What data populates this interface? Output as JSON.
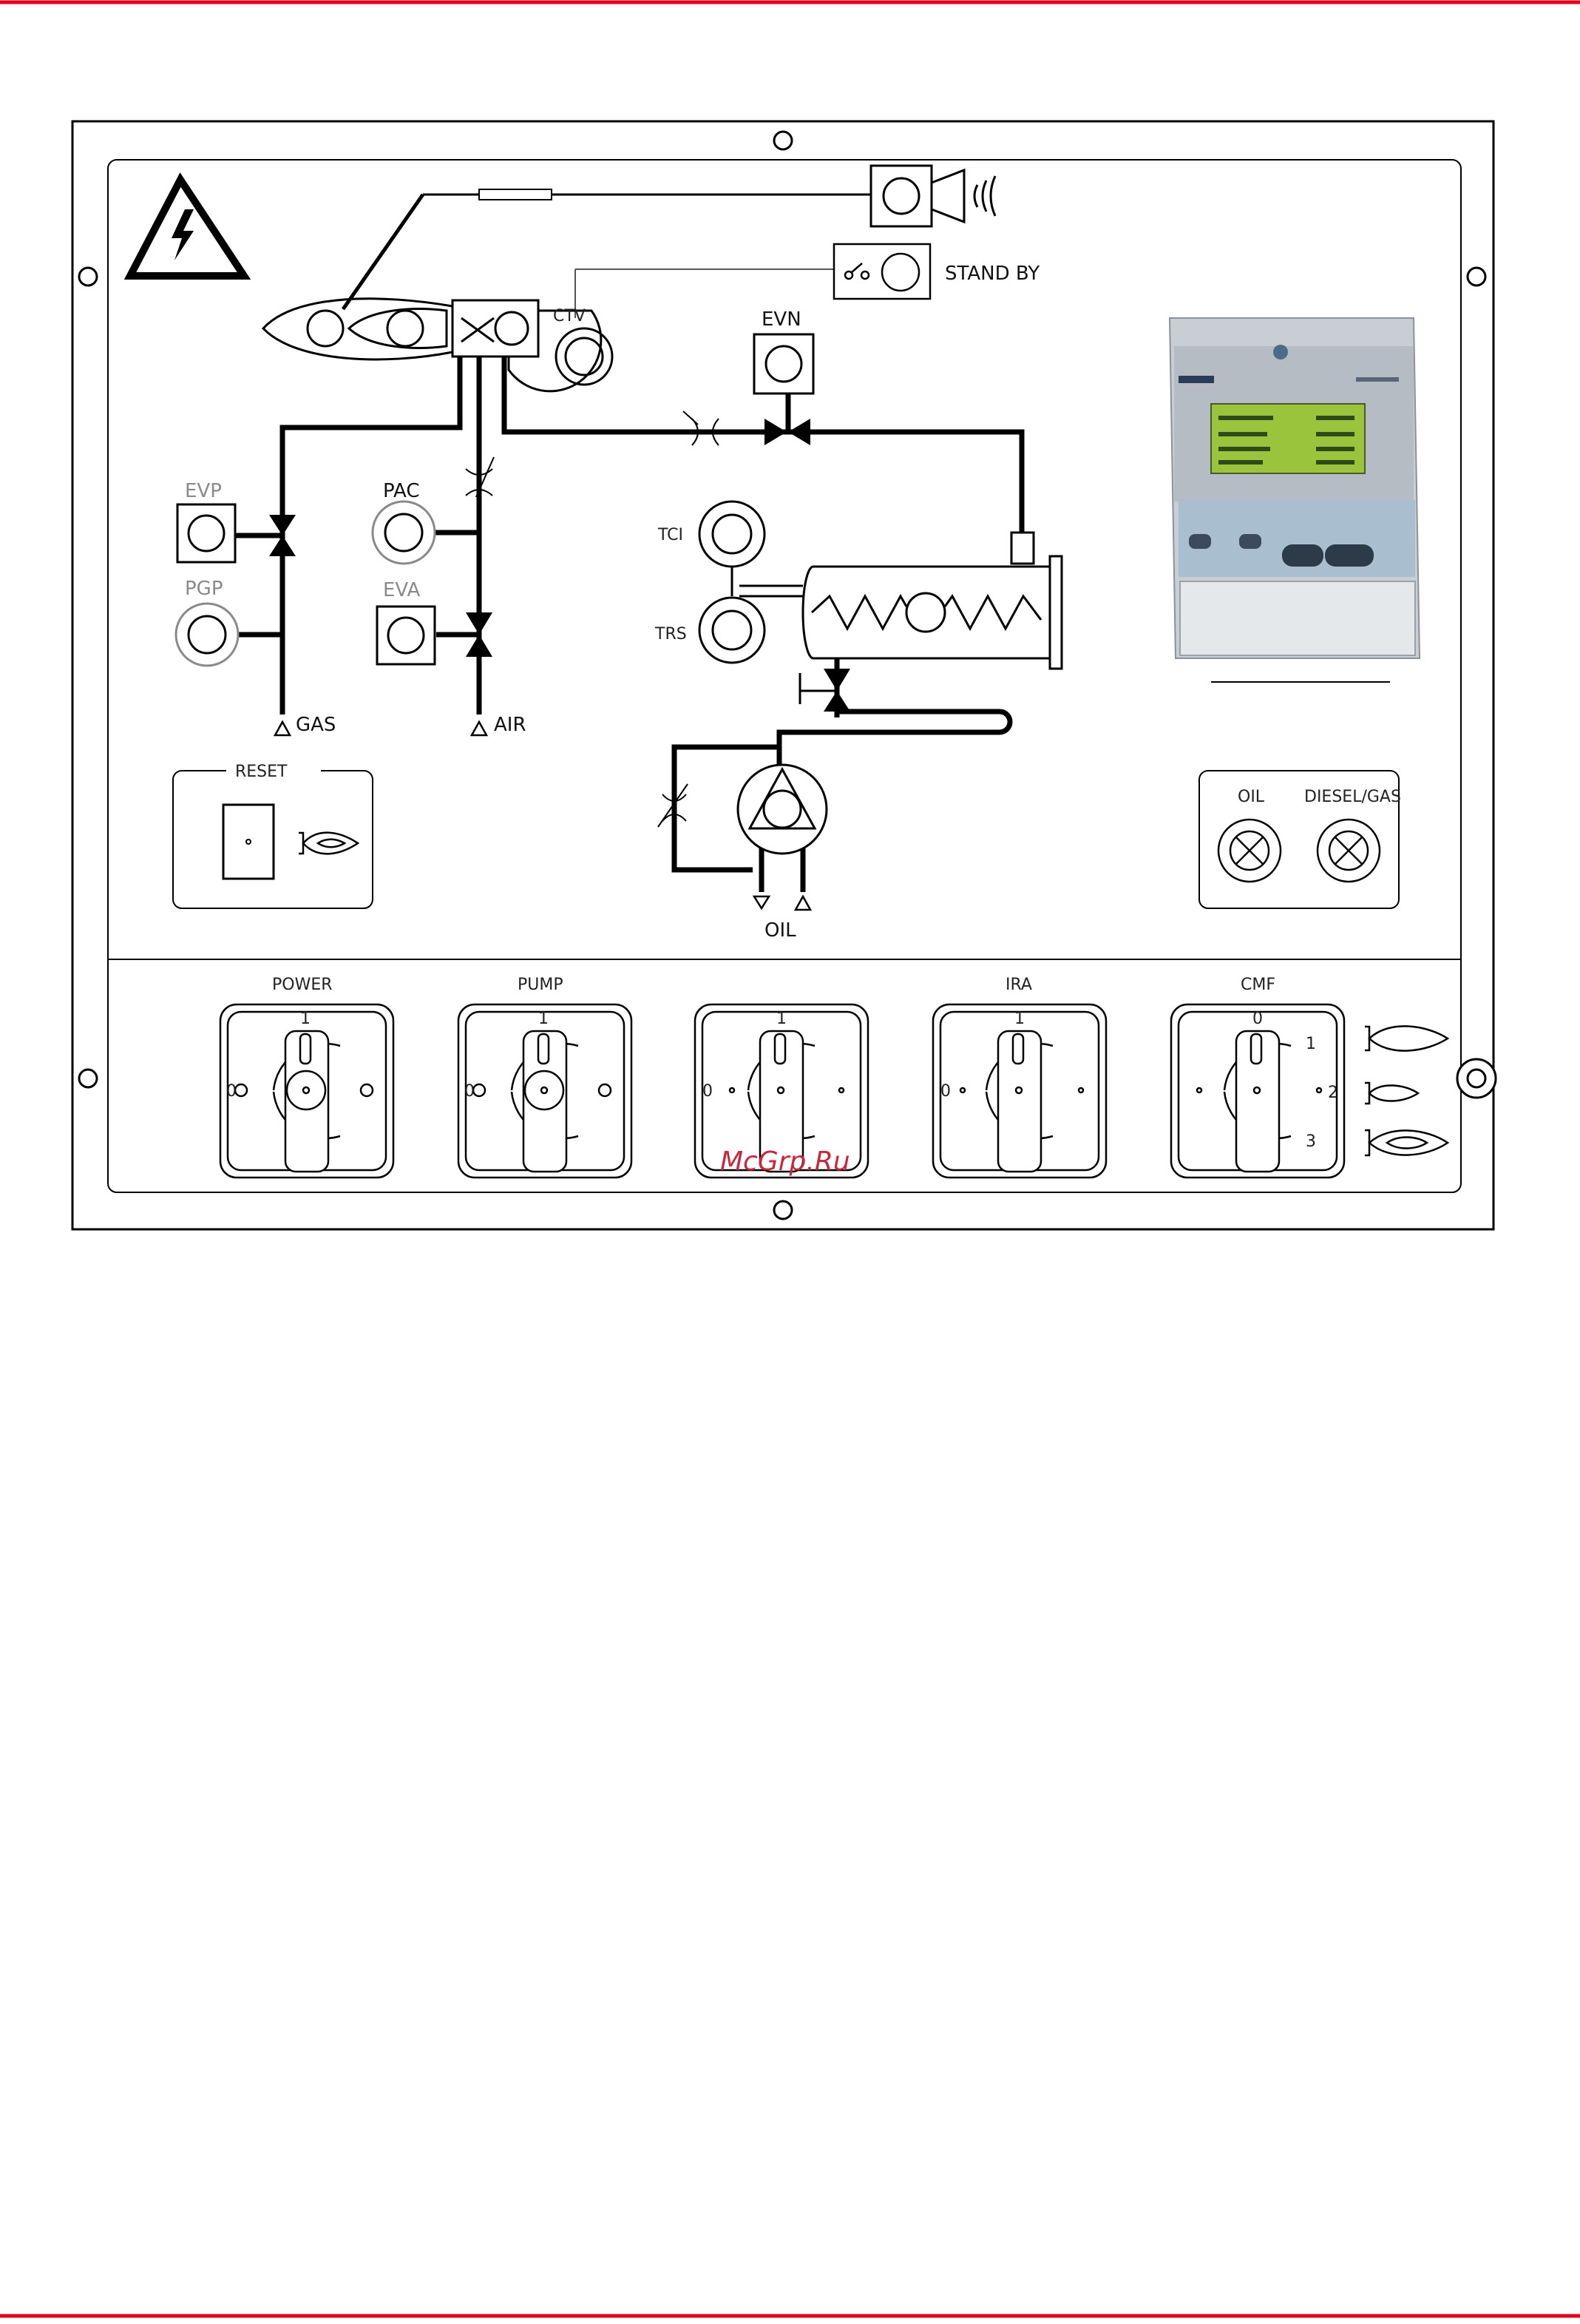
{
  "colors": {
    "accent_rule": "#e3001b",
    "line": "#000000",
    "grey_label": "#8a8a8a",
    "watermark": "#c8283c",
    "display_bg": "#9ac43c"
  },
  "diagram": {
    "components": {
      "stand_by": "STAND BY",
      "ctv": "CTV",
      "evn": "EVN",
      "evp": "EVP",
      "pgp": "PGP",
      "pac": "PAC",
      "eva": "EVA",
      "tci": "TCI",
      "trs": "TRS",
      "gas": "GAS",
      "air": "AIR",
      "oil": "OIL"
    },
    "reset_label": "RESET",
    "indicators": {
      "oil": "OIL",
      "diesel_gas": "DIESEL/GAS"
    }
  },
  "switches": [
    {
      "title": "POWER",
      "top": "1",
      "left": "0"
    },
    {
      "title": "PUMP",
      "top": "1",
      "left": "0"
    },
    {
      "title": "",
      "top": "1",
      "left": "0"
    },
    {
      "title": "IRA",
      "top": "1",
      "left": "0"
    },
    {
      "title": "CMF",
      "top": "0",
      "left": "",
      "positions": [
        "1",
        "2",
        "3"
      ]
    }
  ],
  "watermark": "McGrp.Ru"
}
